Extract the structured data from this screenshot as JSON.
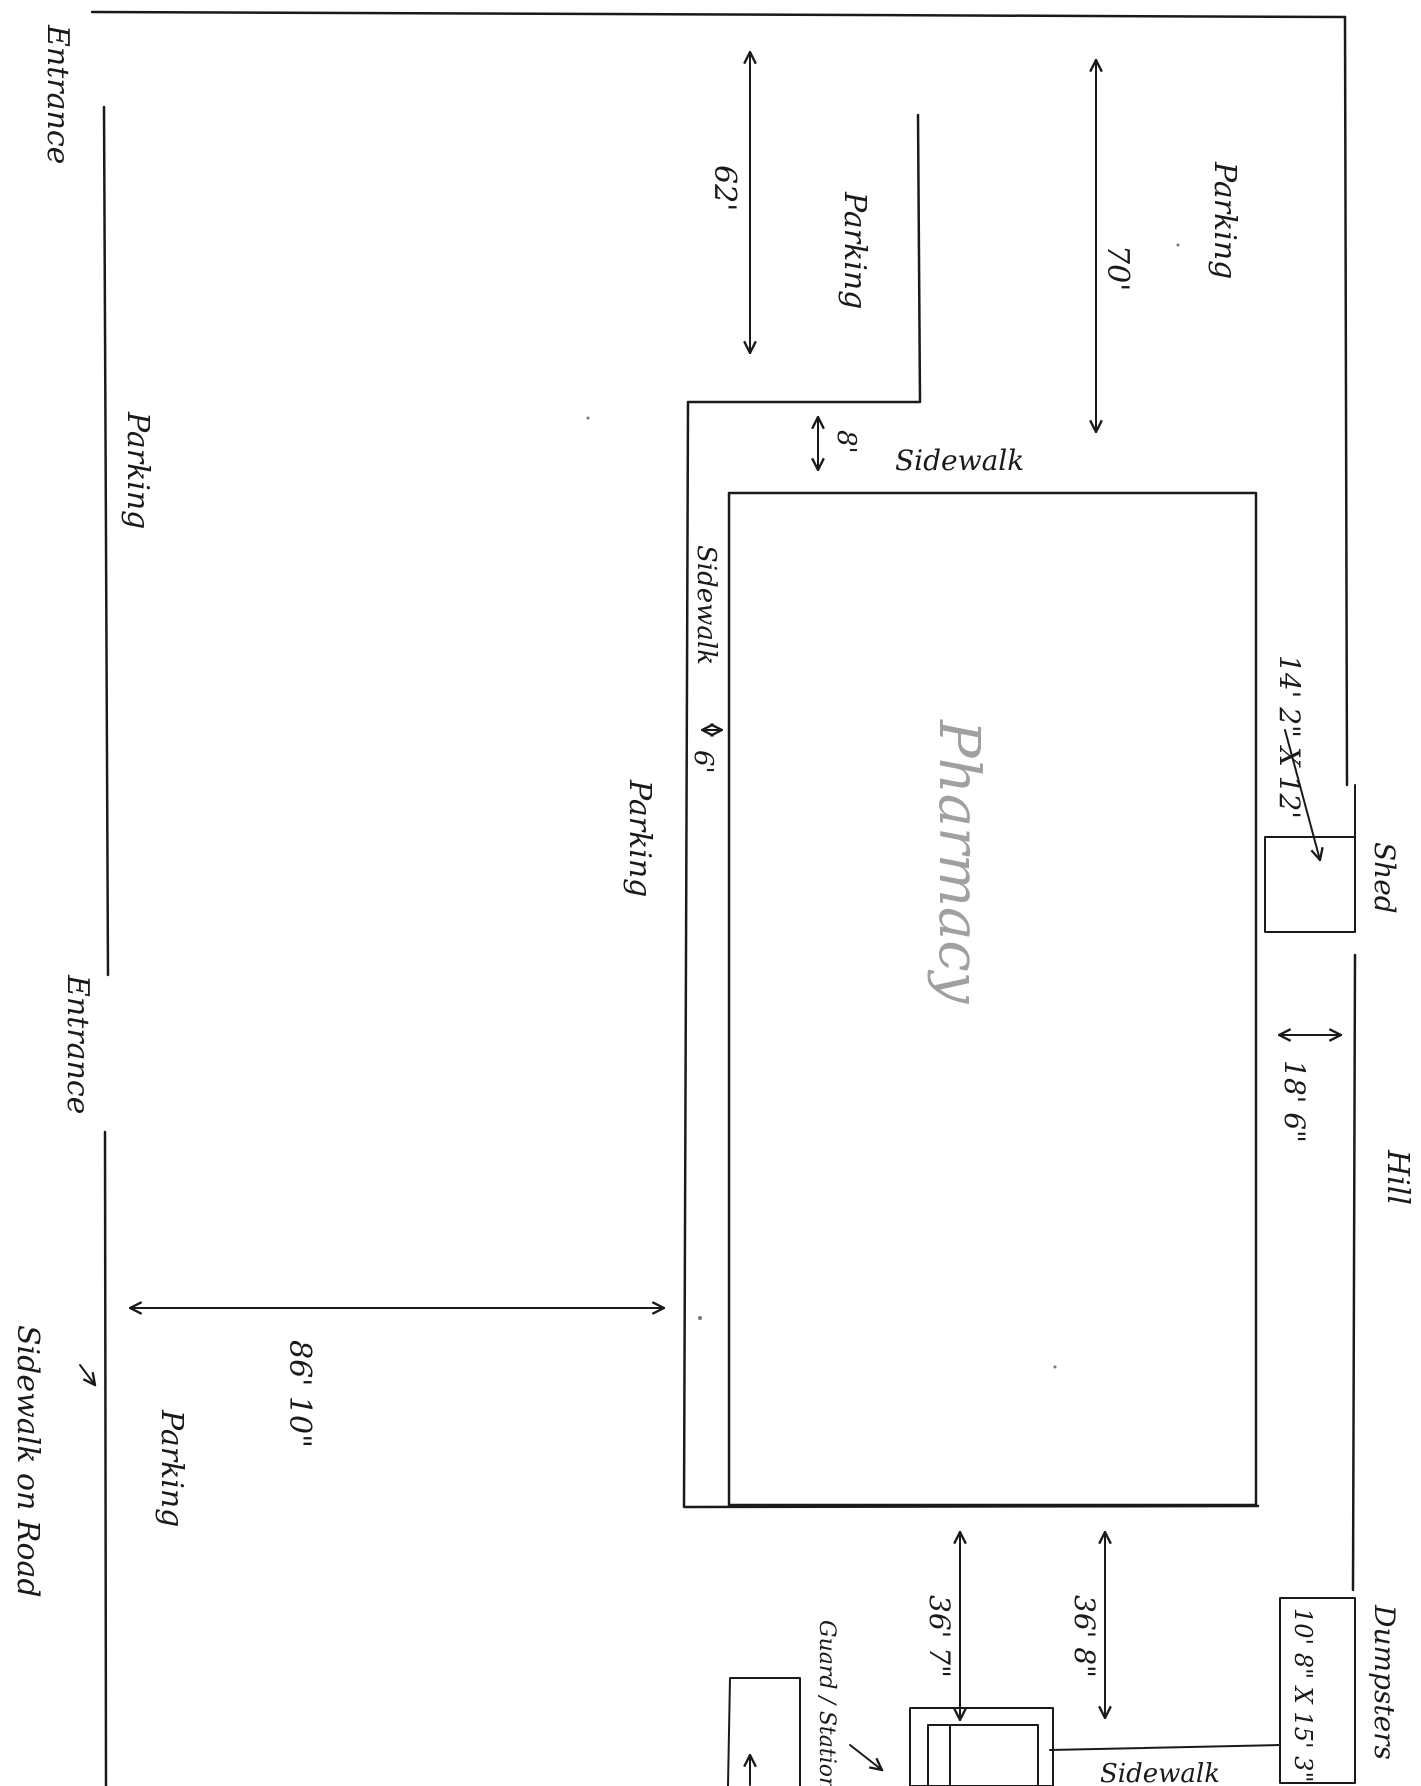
{
  "labels": {
    "entrance_top": "Entrance",
    "entrance_mid": "Entrance",
    "sidewalk_on_road": "Sidewalk on Road",
    "parking_left": "Parking",
    "parking_bottom_left": "Parking",
    "parking_mid": "Parking",
    "parking_top_inner": "Parking",
    "parking_top_right": "Parking",
    "sidewalk_top": "Sidewalk",
    "sidewalk_side": "Sidewalk",
    "pharmacy": "Pharmacy",
    "shed": "Shed",
    "hill": "Hill",
    "dumpsters": "Dumpsters",
    "sidewalk_bottom": "Sidewalk",
    "guard_station": "Guard / Station"
  },
  "dimensions": {
    "d_62": "62'",
    "d_70": "70'",
    "d_8": "8'",
    "d_6": "6'",
    "d_86_10": "86' 10\"",
    "d_14_2_x_12": "14' 2\" X 12'",
    "d_18_6": "18' 6\"",
    "d_36_7": "36' 7\"",
    "d_36_8": "36' 8\"",
    "d_10_8_x_15_3": "10' 8\" X 15' 3\""
  }
}
